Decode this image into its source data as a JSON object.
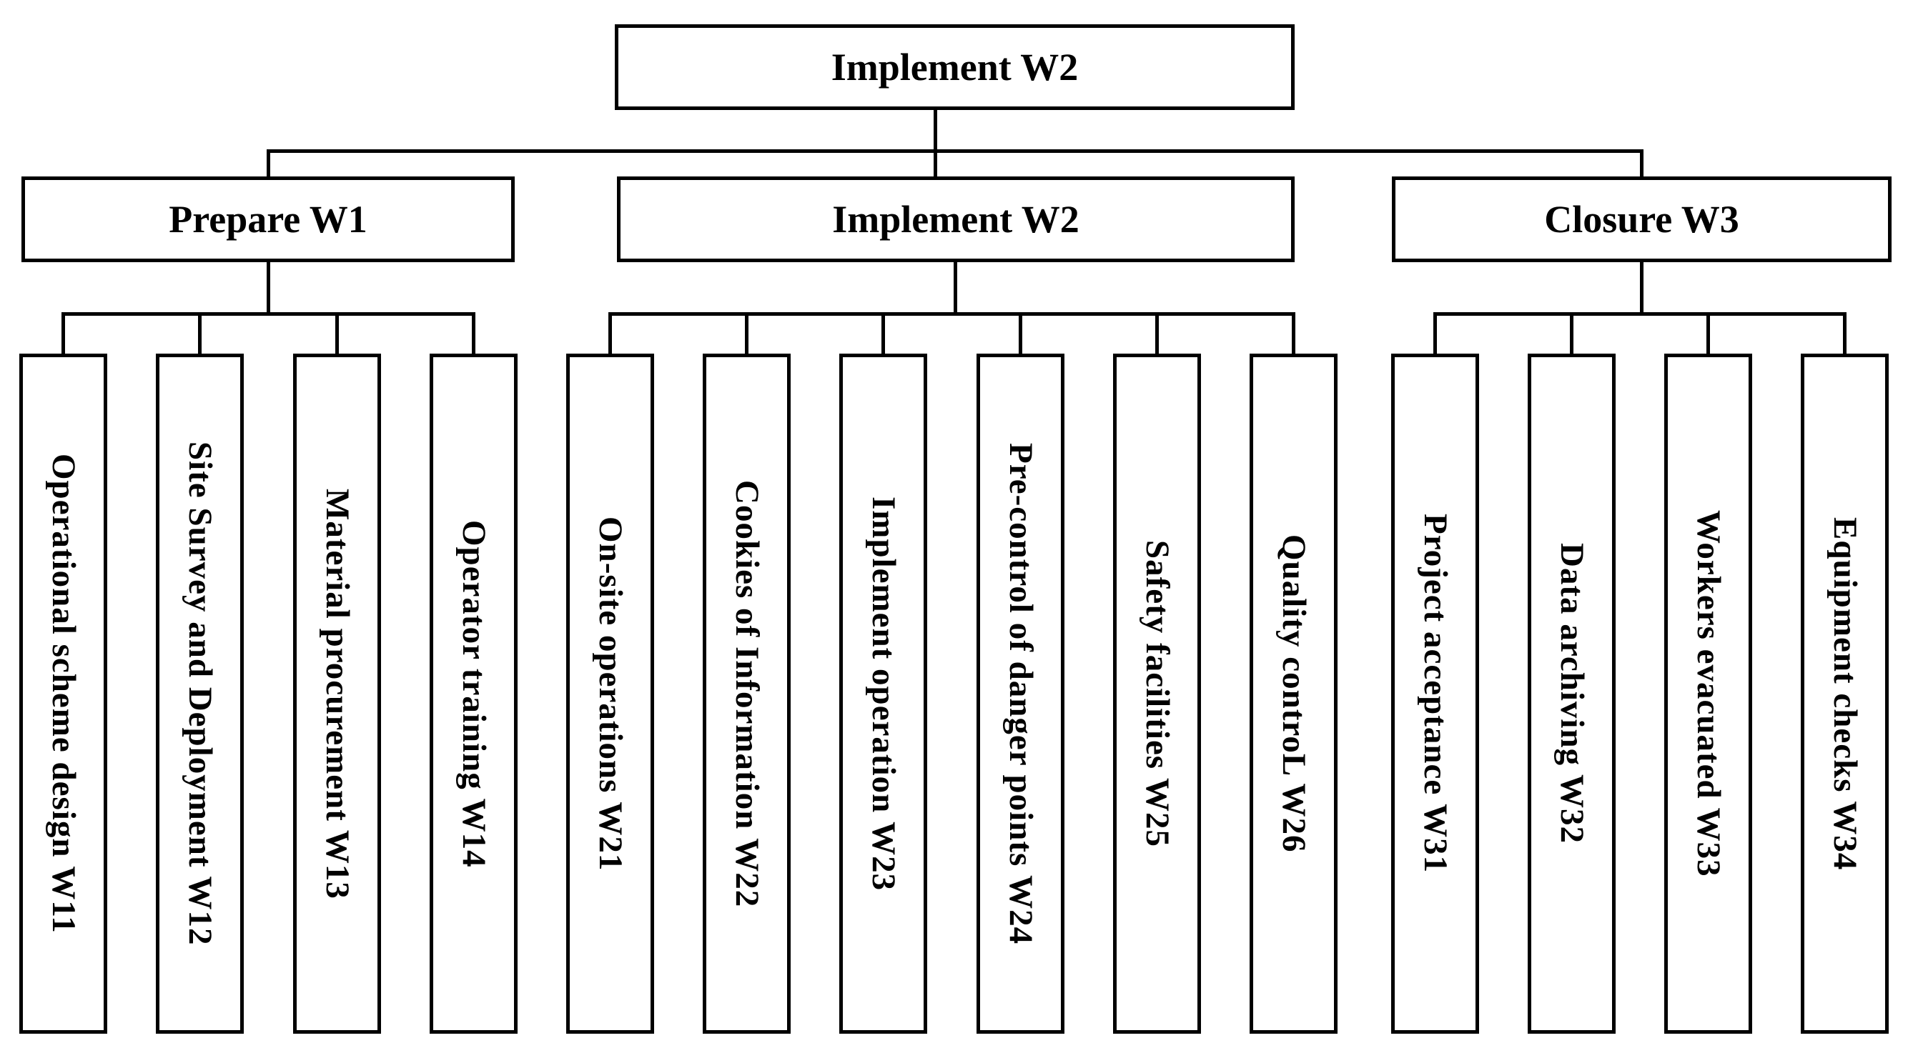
{
  "diagram": {
    "root": "Implement W2",
    "groups": [
      {
        "label": "Prepare W1",
        "children": [
          "Operational scheme design W11",
          "Site Survey and Deployment W12",
          "Material procurement W13",
          "Operator training W14"
        ]
      },
      {
        "label": "Implement W2",
        "children": [
          "On-site operations W21",
          "Cookies of Information W22",
          "Implement operation W23",
          "Pre-control of danger points W24",
          "Safety facilities W25",
          "Quality controL W26"
        ]
      },
      {
        "label": "Closure W3",
        "children": [
          "Project acceptance W31",
          "Data archiving W32",
          "Workers evacuated W33",
          "Equipment checks W34"
        ]
      }
    ],
    "colors": {
      "line": "#000000",
      "box_border": "#000000",
      "box_fill": "#ffffff",
      "text": "#000000",
      "background": "#ffffff"
    }
  }
}
